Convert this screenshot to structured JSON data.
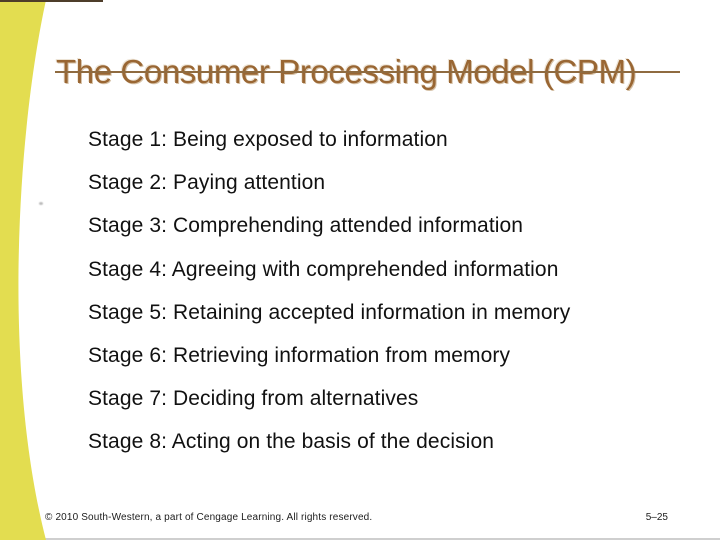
{
  "slide": {
    "title": "The Consumer Processing Model (CPM)",
    "stages": [
      "Stage 1: Being exposed to information",
      "Stage 2: Paying attention",
      "Stage 3: Comprehending attended information",
      "Stage 4: Agreeing with comprehended information",
      "Stage 5: Retaining accepted information in memory",
      "Stage 6: Retrieving information from memory",
      "Stage 7: Deciding from alternatives",
      "Stage 8: Acting on the basis of the decision"
    ],
    "footer": {
      "copyright": "© 2010 South-Western, a part of Cengage Learning. All rights reserved.",
      "page_number": "5–25"
    },
    "colors": {
      "accent_yellow": "#e3dd50",
      "title_brown": "#996633",
      "rule_brown": "#8f6b40"
    }
  }
}
